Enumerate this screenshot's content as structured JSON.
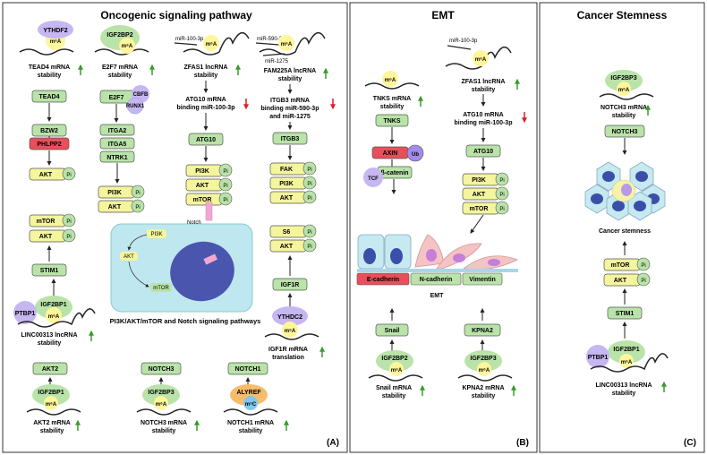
{
  "panels": {
    "a": {
      "title": "Oncogenic signaling pathway",
      "tag": "(A)"
    },
    "b": {
      "title": "EMT",
      "tag": "(B)"
    },
    "c": {
      "title": "Cancer Stemness",
      "tag": "(C)"
    }
  },
  "mods": {
    "m6a": "m⁶A",
    "m5c": "m⁵C",
    "pi": "Pi",
    "ub": "Ub"
  },
  "colors": {
    "green_box": "#b9e3a8",
    "yellow_box": "#f4f59c",
    "red_box": "#e84f5b",
    "purple": "#c6b6f2",
    "green_arrow": "#3a9a2c",
    "red_arrow": "#d8202a"
  },
  "A": {
    "c1": {
      "reader": "YTHDF2",
      "caption": [
        "TEAD4 mRNA",
        "stability"
      ],
      "boxes": [
        "TEAD4",
        "BZW2",
        "PHLPP2",
        "AKT"
      ]
    },
    "c2": {
      "reader": "IGF2BP2",
      "caption": [
        "E2F7 mRNA",
        "stability"
      ],
      "e2f7": "E2F7",
      "cbfb": "CBFB",
      "runx1": "RUNX1",
      "boxes": [
        "ITGA2",
        "ITGA5",
        "NTRK1",
        "PI3K",
        "AKT"
      ]
    },
    "c3": {
      "mir": "miR-100-3p",
      "caption": [
        "ZFAS1 lncRNA",
        "stability"
      ],
      "mid": [
        "ATG10 mRNA",
        "binding miR-100-3p"
      ],
      "boxes": [
        "ATG10",
        "PI3K",
        "AKT",
        "mTOR"
      ]
    },
    "c4": {
      "mir1": "miR-590-3p",
      "mir2": "miR-1275",
      "caption": [
        "FAM225A lncRNA",
        "stability"
      ],
      "mid": [
        "ITGB3 mRNA",
        "binding miR-590-3p",
        "and miR-1275"
      ],
      "boxes": [
        "ITGB3",
        "FAK",
        "PI3K",
        "AKT",
        "S6",
        "AKT",
        "IGF1R"
      ],
      "reader": "YTHDC2",
      "bottom": [
        "IGF1R mRNA",
        "translation"
      ]
    },
    "left2": {
      "boxes": [
        "mTOR",
        "AKT",
        "STIM1"
      ],
      "ptbp1": "PTBP1",
      "reader": "IGF2BP1",
      "caption": [
        "LINC00313 lncRNA",
        "stability"
      ]
    },
    "cell": {
      "pi3k": "PI3K",
      "akt": "AKT",
      "mtor": "mTOR",
      "notch": "Notch",
      "caption": "PI3K/AKT/mTOR and Notch signaling pathways"
    },
    "bottom": [
      {
        "box": "AKT2",
        "reader": "IGF2BP1",
        "caption": [
          "AKT2 mRNA",
          "stability"
        ]
      },
      {
        "box": "NOTCH3",
        "reader": "IGF2BP3",
        "caption": [
          "NOTCH3 mRNA",
          "stability"
        ]
      },
      {
        "box": "NOTCH1",
        "reader": "ALYREF",
        "caption": [
          "NOTCH1 mRNA",
          "stability"
        ]
      }
    ]
  },
  "B": {
    "c1": {
      "caption": [
        "TNKS mRNA",
        "stability"
      ],
      "boxes": [
        "TNKS",
        "AXIN"
      ],
      "bcat": "β-catenin",
      "tcf": "TCF"
    },
    "c2": {
      "mir": "miR-100-3p",
      "caption": [
        "ZFAS1 lncRNA",
        "stability"
      ],
      "mid": [
        "ATG10 mRNA",
        "binding miR-100-3p"
      ],
      "boxes": [
        "ATG10",
        "PI3K",
        "AKT",
        "mTOR"
      ]
    },
    "markers": [
      "E-cadherin",
      "N-cadherin",
      "Vimentin"
    ],
    "emt": "EMT",
    "bottom": [
      {
        "box": "Snail",
        "reader": "IGF2BP2",
        "caption": [
          "Snail mRNA",
          "stability"
        ]
      },
      {
        "box": "KPNA2",
        "reader": "IGF2BP3",
        "caption": [
          "KPNA2 mRNA",
          "stability"
        ]
      }
    ]
  },
  "C": {
    "top": {
      "reader": "IGF2BP3",
      "caption": [
        "NOTCH3 mRNA",
        "stability"
      ],
      "box": "NOTCH3"
    },
    "stem": "Cancer stemness",
    "boxes": [
      "mTOR",
      "AKT",
      "STIM1"
    ],
    "ptbp1": "PTBP1",
    "reader": "IGF2BP1",
    "caption": [
      "LINC00313 lncRNA",
      "stability"
    ]
  }
}
